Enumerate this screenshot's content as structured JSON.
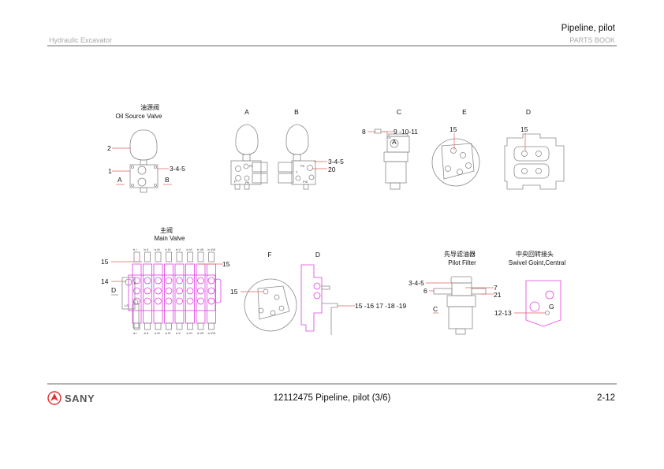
{
  "header": {
    "title": "Pipeline, pilot",
    "subtitle": "PARTS BOOK",
    "left": "Hydraulic Excavator"
  },
  "footer": {
    "brand": "SANY",
    "center": "12112475 Pipeline, pilot (3/6)",
    "page": "2-12"
  },
  "colors": {
    "accent": "#e03030",
    "magenta": "#e040e0",
    "rule": "#b4b4b4"
  },
  "oil_source_valve": {
    "title_cn": "油源阀",
    "title_en": "Oil Source Valve",
    "callouts": [
      "2",
      "1",
      "3-4-5",
      "A",
      "B"
    ]
  },
  "view_a": {
    "label": "A",
    "ports": [
      "P1",
      "P",
      "Pb"
    ]
  },
  "view_b": {
    "label": "B",
    "callouts": [
      "3-4-5",
      "20"
    ],
    "ports": [
      "PII",
      "T",
      "PIII"
    ]
  },
  "view_c": {
    "label": "C",
    "callouts": [
      "8",
      "9 -10-11",
      "A"
    ]
  },
  "view_e": {
    "label": "E",
    "callouts": [
      "15"
    ]
  },
  "view_d_top": {
    "label": "D",
    "callouts": [
      "15"
    ]
  },
  "main_valve": {
    "title_cn": "主阀",
    "title_en": "Main Valve",
    "callouts": [
      "15",
      "15",
      "14",
      "D",
      "P",
      "LS"
    ],
    "top_ports": [
      "b I",
      "b II",
      "b III",
      "b IV",
      "b V",
      "b VI",
      "b VII",
      "b VIII"
    ],
    "bottom_ports": [
      "a I",
      "a II",
      "a III",
      "a IV",
      "a V",
      "a VI",
      "a VII",
      "a VIII"
    ]
  },
  "view_f": {
    "label": "F",
    "callouts": [
      "15"
    ]
  },
  "view_d_bottom": {
    "label": "D",
    "callouts": [
      "15 -16 17 -18 -19"
    ]
  },
  "pilot_filter": {
    "title_cn": "先导滤油器",
    "title_en": "Pilot Filter",
    "callouts": [
      "3-4-5",
      "6",
      "7",
      "21",
      "C"
    ]
  },
  "swivel_joint": {
    "title_cn": "中央回转接头",
    "title_en": "Swivel Goint,Central",
    "callouts": [
      "G",
      "12-13"
    ]
  }
}
